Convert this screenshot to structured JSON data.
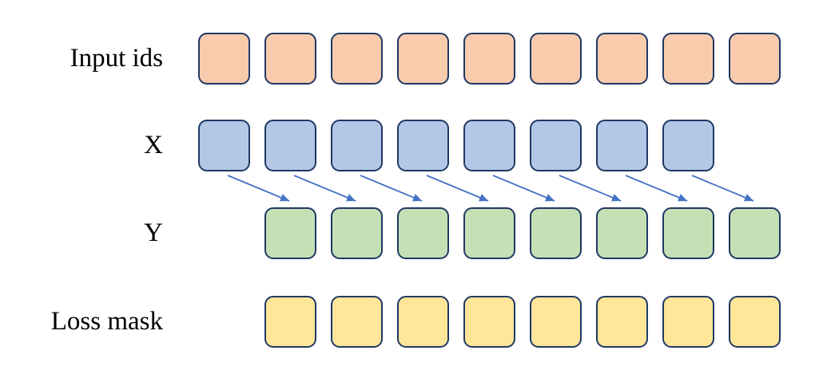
{
  "rows": [
    {
      "name": "input-ids",
      "label": "Input ids",
      "count": 9,
      "fill": "#F8CBAD",
      "offset": 0
    },
    {
      "name": "x",
      "label": "X",
      "count": 8,
      "fill": "#B4C7E7",
      "offset": 0
    },
    {
      "name": "y",
      "label": "Y",
      "count": 8,
      "fill": "#C5E0B4",
      "offset": 1
    },
    {
      "name": "loss-mask",
      "label": "Loss mask",
      "count": 8,
      "fill": "#FFE699",
      "offset": 1
    }
  ],
  "arrows": {
    "count": 8,
    "color": "#4472C4"
  },
  "colors": {
    "background": "#FFFFFF",
    "block_border": "#1F3864",
    "label_text": "#000000"
  }
}
